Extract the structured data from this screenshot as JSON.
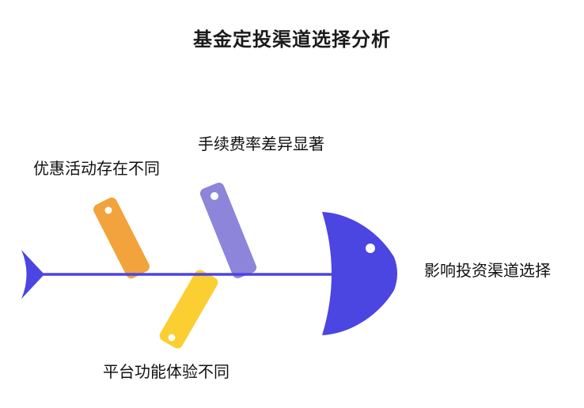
{
  "title": "基金定投渠道选择分析",
  "effect": {
    "label": "影响投资渠道选择"
  },
  "bones": [
    {
      "id": "top-1",
      "position": "top-left",
      "label": "优惠活动存在不同",
      "color": "#F2A33C"
    },
    {
      "id": "top-2",
      "position": "top-middle",
      "label": "手续费率差异显著",
      "color": "#8C85DA"
    },
    {
      "id": "bottom-1",
      "position": "bottom-middle",
      "label": "平台功能体验不同",
      "color": "#FBCE32"
    }
  ],
  "colors": {
    "spine": "#4B45E1",
    "head": "#4B45E1",
    "tail": "#4B45E1",
    "dot": "#FFFFFF",
    "background": "#FFFFFF",
    "text": "#111111"
  }
}
